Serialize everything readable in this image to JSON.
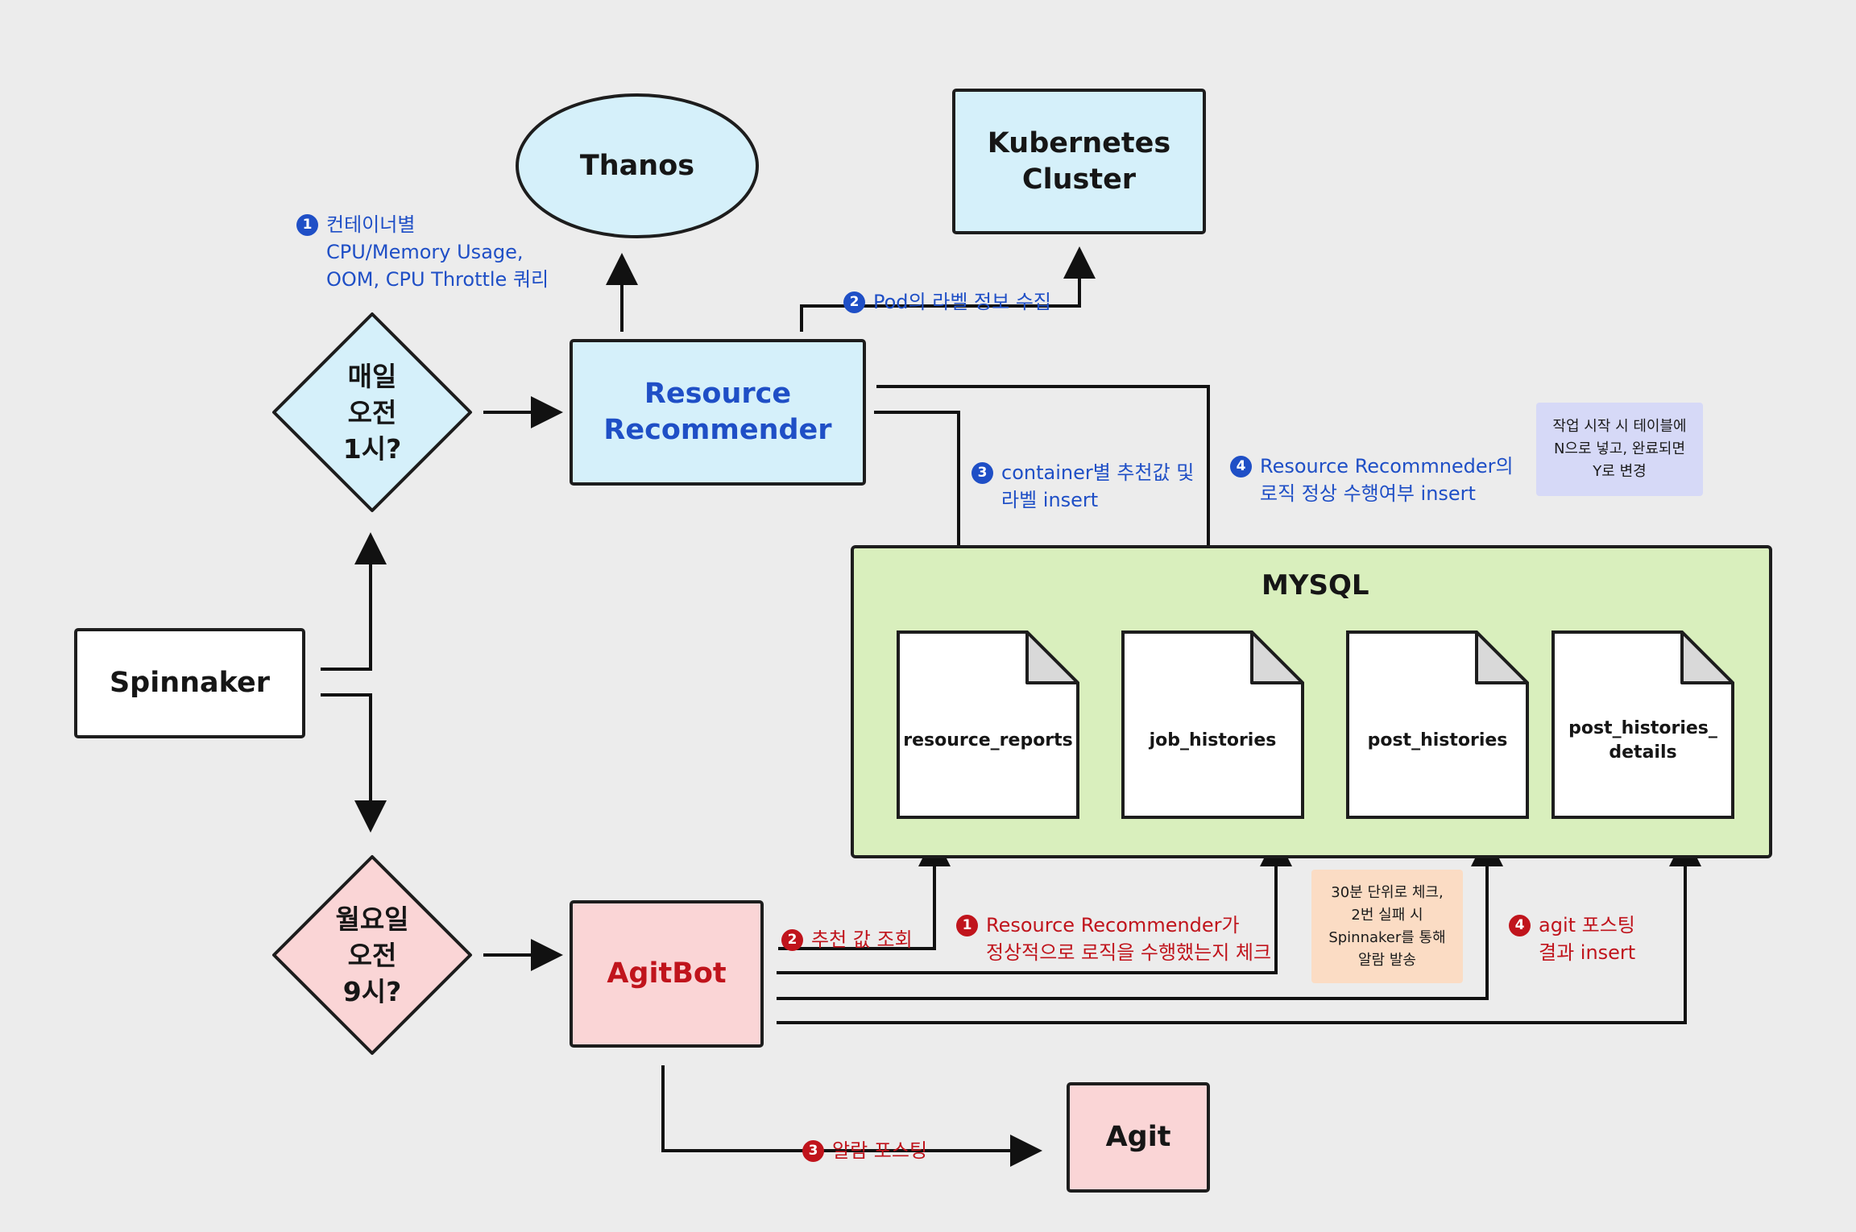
{
  "nodes": {
    "thanos": "Thanos",
    "kubernetes": "Kubernetes\nCluster",
    "resource_recommender": "Resource\nRecommender",
    "spinnaker": "Spinnaker",
    "daily_trigger": "매일\n오전\n1시?",
    "monday_trigger": "월요일\n오전\n9시?",
    "agitbot": "AgitBot",
    "agit": "Agit"
  },
  "mysql": {
    "title": "MYSQL",
    "tables": [
      "resource_reports",
      "job_histories",
      "post_histories",
      "post_histories_\ndetails"
    ]
  },
  "annotations": {
    "blue": [
      {
        "num": "1",
        "text": "컨테이너별\nCPU/Memory Usage,\nOOM, CPU Throttle 쿼리"
      },
      {
        "num": "2",
        "text": "Pod의 라벨 정보 수집"
      },
      {
        "num": "3",
        "text": "container별 추천값 및\n라벨 insert"
      },
      {
        "num": "4",
        "text": "Resource Recommneder의\n로직 정상 수행여부 insert"
      }
    ],
    "red": [
      {
        "num": "1",
        "text": "Resource Recommender가\n정상적으로 로직을 수행했는지 체크"
      },
      {
        "num": "2",
        "text": "추천 값 조회"
      },
      {
        "num": "3",
        "text": "알람 포스팅"
      },
      {
        "num": "4",
        "text": "agit 포스팅\n결과 insert"
      }
    ]
  },
  "notes": {
    "job_status": "작업 시작 시 테이블에\nN으로 넣고, 완료되면\nY로 변경",
    "retry_check": "30분 단위로 체크,\n2번 실패 시\nSpinnaker를 통해\n알람 발송"
  },
  "colors": {
    "background": "#ececec",
    "blue_box": "#d5f0fa",
    "pink_box": "#fad5d6",
    "mysql_fill": "#d9efbd",
    "doc_fold": "#d9d9d9",
    "blue_text": "#1f4fc6",
    "red_text": "#c0141c",
    "note_purple": "#d6d9f7",
    "note_peach": "#fbdcc4",
    "stroke": "#1d1d1d"
  }
}
